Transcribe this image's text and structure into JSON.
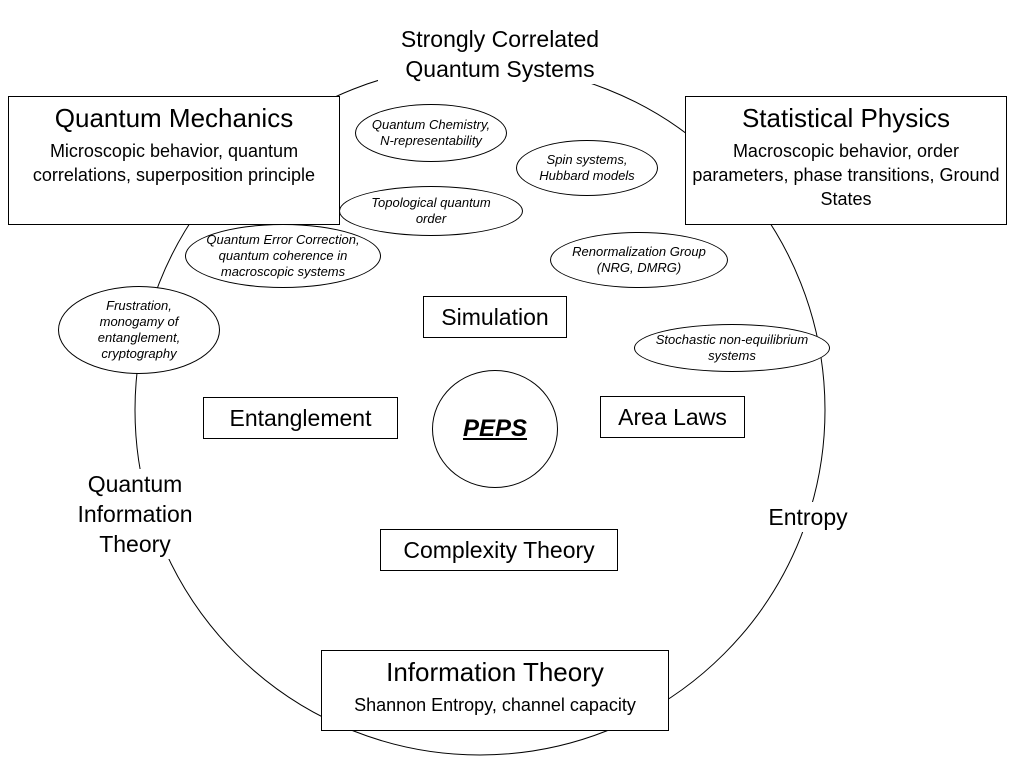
{
  "ring": {
    "top": "Strongly Correlated Quantum Systems",
    "left": "Quantum Information Theory",
    "right": "Entropy"
  },
  "boxes": {
    "quantum_mechanics": {
      "title": "Quantum Mechanics",
      "subtitle": "Microscopic behavior, quantum correlations, superposition principle"
    },
    "statistical_physics": {
      "title": "Statistical Physics",
      "subtitle": "Macroscopic behavior, order parameters, phase transitions, Ground States"
    },
    "information_theory": {
      "title": "Information Theory",
      "subtitle": "Shannon Entropy, channel capacity"
    }
  },
  "concepts": {
    "simulation": "Simulation",
    "entanglement": "Entanglement",
    "area_laws": "Area Laws",
    "complexity_theory": "Complexity Theory"
  },
  "center": "PEPS",
  "ovals": {
    "quantum_chemistry": "Quantum Chemistry, N-representability",
    "spin_systems": "Spin systems, Hubbard models",
    "topological_order": "Topological quantum order",
    "error_correction": "Quantum Error Correction, quantum coherence in macroscopic systems",
    "frustration": "Frustration, monogamy of entanglement, cryptography",
    "renormalization": "Renormalization Group (NRG, DMRG)",
    "stochastic": "Stochastic non-equilibrium systems"
  }
}
